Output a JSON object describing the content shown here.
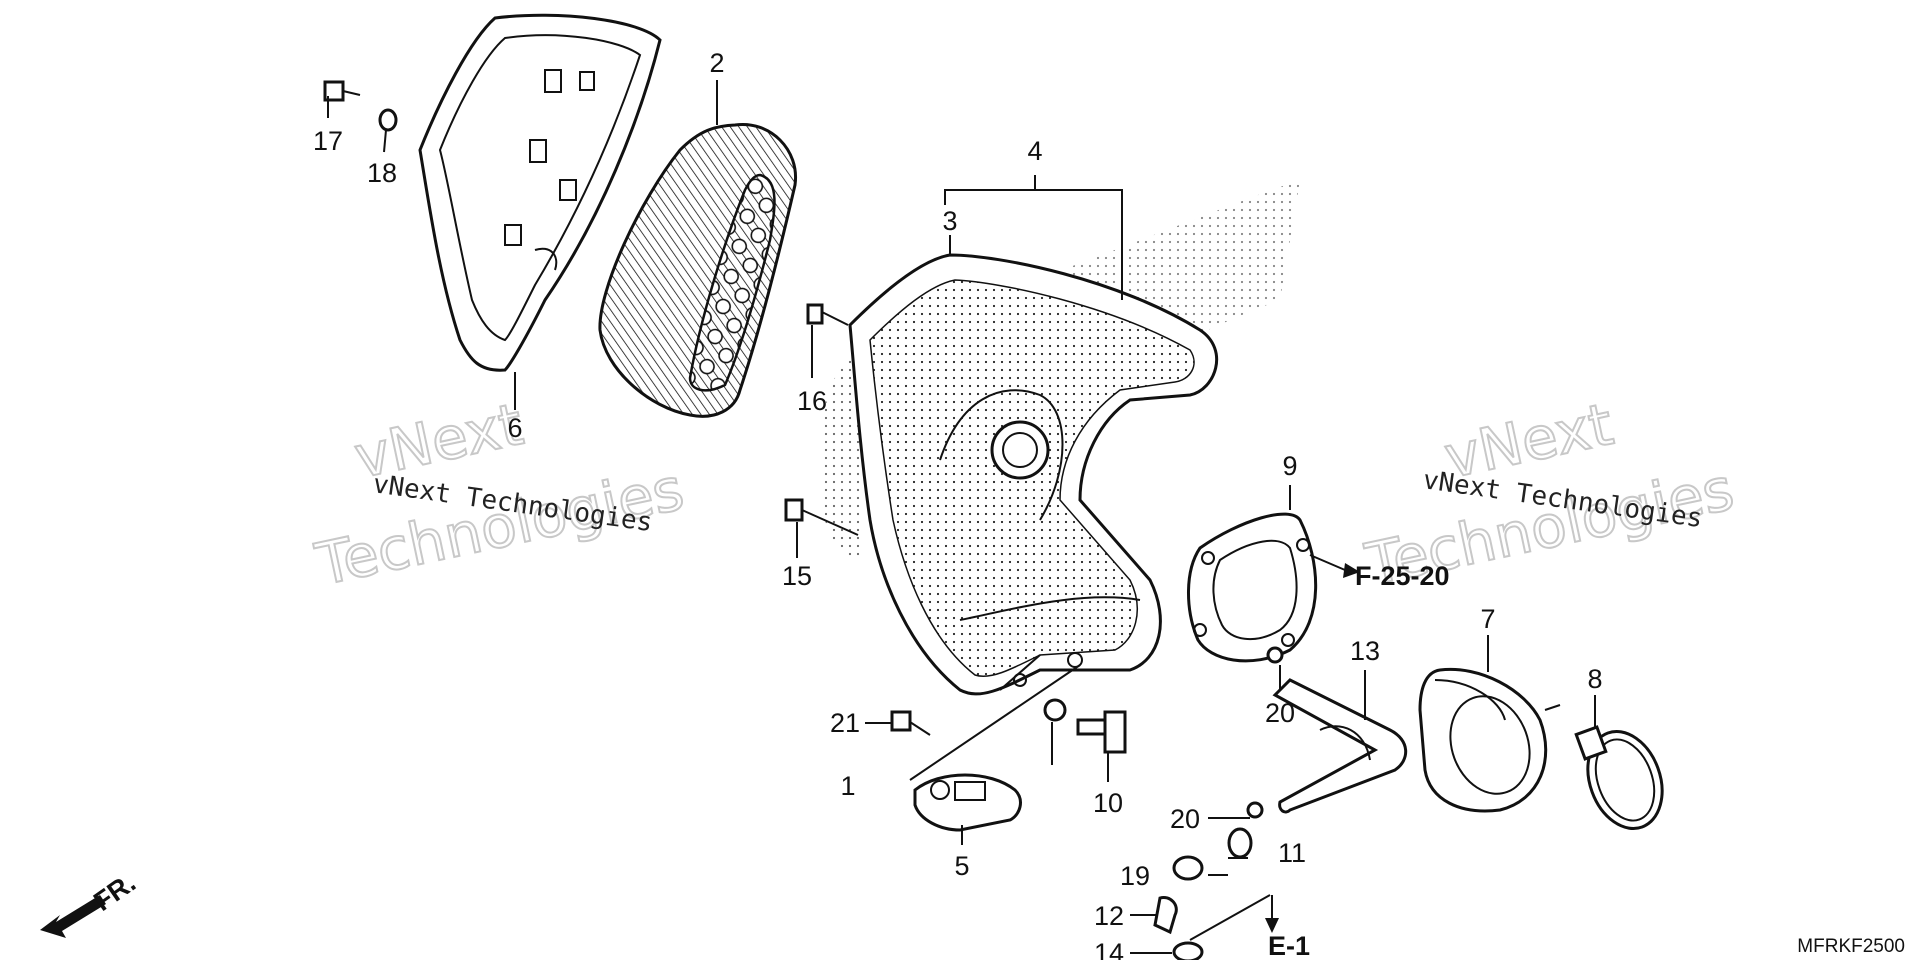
{
  "callouts": {
    "c1": "1",
    "c2": "2",
    "c3": "3",
    "c4": "4",
    "c5": "5",
    "c6": "6",
    "c7": "7",
    "c8": "8",
    "c9": "9",
    "c10": "10",
    "c11": "11",
    "c12": "12",
    "c13": "13",
    "c14": "14",
    "c15": "15",
    "c16": "16",
    "c17": "17",
    "c18": "18",
    "c19": "19",
    "c20a": "20",
    "c20b": "20",
    "c21": "21"
  },
  "references": {
    "f": "F-25-20",
    "e": "E-1"
  },
  "front_marker": "FR.",
  "drawing_code": "MFRKF2500",
  "watermark": {
    "line": "vNext Technologies",
    "big1": "vNext",
    "big2": "Technologies"
  }
}
